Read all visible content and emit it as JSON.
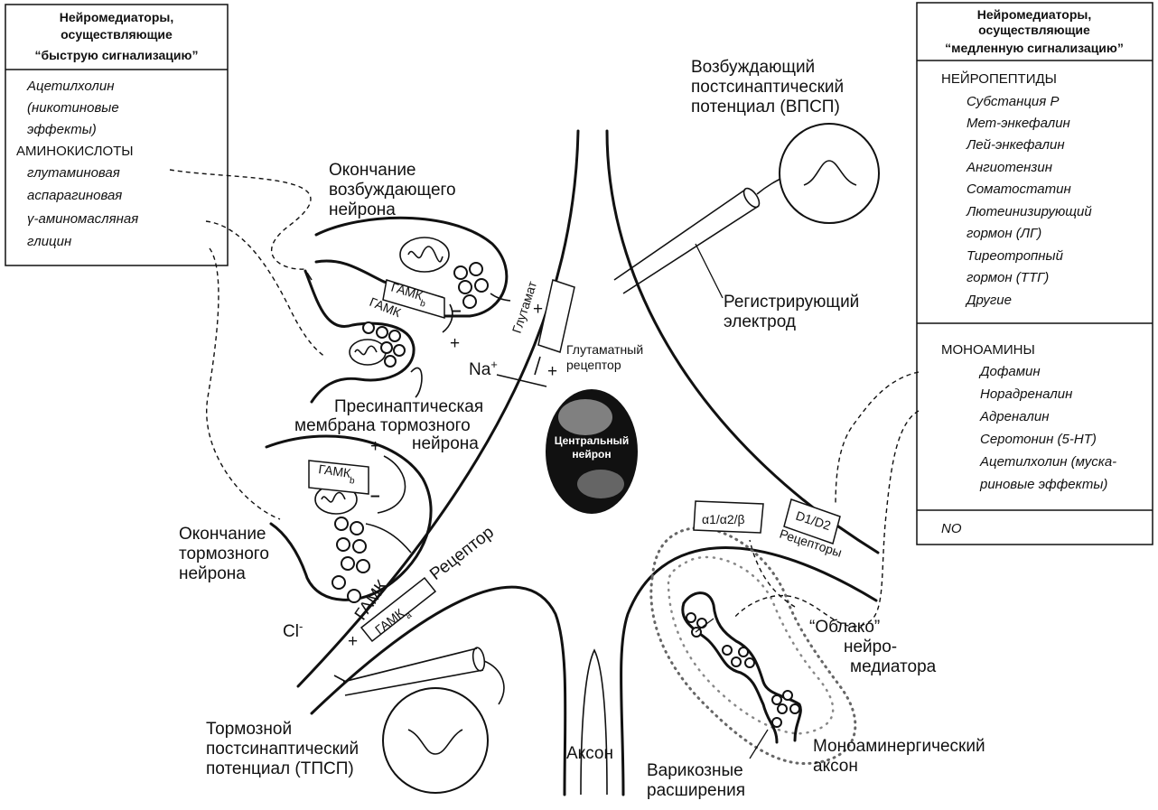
{
  "fast_box": {
    "title": [
      "Нейромедиаторы,",
      "осуществляющие",
      "“быструю сигнализацию”"
    ],
    "items": [
      "Ацетилхолин",
      "(никотиновые",
      "эффекты)"
    ],
    "amino_heading": "АМИНОКИСЛОТЫ",
    "amino_items": [
      "глутаминовая",
      "аспарагиновая",
      "γ-аминомасляная",
      "глицин"
    ]
  },
  "slow_box": {
    "title": [
      "Нейромедиаторы,",
      "осуществляющие",
      "“медленную сигнализацию”"
    ],
    "peptides_heading": "НЕЙРОПЕПТИДЫ",
    "peptides": [
      "Субстанция Р",
      "Мет-энкефалин",
      "Лей-энкефалин",
      "Ангиотензин",
      "Соматостатин",
      "Лютеинизирующий",
      "гормон (ЛГ)",
      "Тиреотропный",
      "гормон (ТТГ)",
      "Другие"
    ],
    "monoamines_heading": "МОНОАМИНЫ",
    "monoamines": [
      "Дофамин",
      "Норадреналин",
      "Адреналин",
      "Серотонин (5-НТ)",
      "Ацетилхолин (муска-",
      "риновые эффекты)"
    ],
    "no": "NO"
  },
  "labels": {
    "epsp": [
      "Возбуждающий",
      "постсинаптический",
      "потенциал (ВПСП)"
    ],
    "recording_electrode": [
      "Регистрирующий",
      "электрод"
    ],
    "excitatory_terminal": [
      "Окончание",
      "возбуждающего",
      "нейрона"
    ],
    "presynaptic_membrane": [
      "Пресинаптическая",
      "мембрана тормозного",
      "нейрона"
    ],
    "inhibitory_terminal": [
      "Окончание",
      "тормозного",
      "нейрона"
    ],
    "glutamate": "Глутамат",
    "glutamate_receptor": [
      "Глутаматный",
      "рецептор"
    ],
    "na": "Na",
    "na_sup": "+",
    "cl": "Cl",
    "cl_sup": "-",
    "central_neuron": [
      "Центральный",
      "нейрон"
    ],
    "receptor": "Рецептор",
    "gaba": "ГАМК",
    "gaba_b": "ГАМК",
    "gaba_b_sub": "b",
    "gaba_a": "ГАМК",
    "gaba_a_sub": "a",
    "alpha_beta": "α1/α2/β",
    "d1d2": "D1/D2",
    "receptors": "Рецепторы",
    "cloud": [
      "“Облако”",
      "нейро-",
      "медиатора"
    ],
    "ipsp": [
      "Тормозной",
      "постсинаптический",
      "потенциал (ТПСП)"
    ],
    "axon": "Аксон",
    "varicosities": [
      "Варикозные",
      "расширения"
    ],
    "monoaminergic_axon": [
      "Моноаминергический",
      "аксон"
    ],
    "plus": "+",
    "minus": "–"
  }
}
